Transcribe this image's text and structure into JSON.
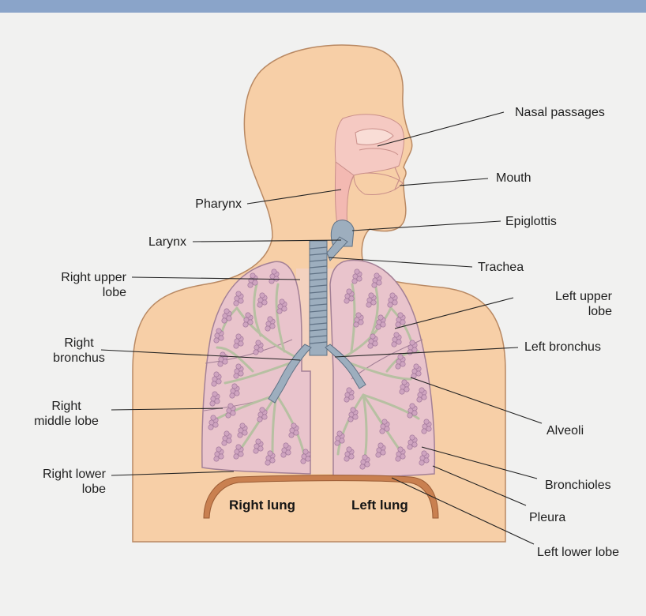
{
  "labels": {
    "nasal_passages": "Nasal passages",
    "mouth": "Mouth",
    "pharynx": "Pharynx",
    "epiglottis": "Epiglottis",
    "larynx": "Larynx",
    "trachea": "Trachea",
    "right_upper_lobe_1": "Right upper",
    "right_upper_lobe_2": "lobe",
    "left_upper_lobe_1": "Left upper",
    "left_upper_lobe_2": "lobe",
    "right_bronchus_1": "Right",
    "right_bronchus_2": "bronchus",
    "left_bronchus": "Left bronchus",
    "right_middle_lobe_1": "Right",
    "right_middle_lobe_2": "middle lobe",
    "alveoli": "Alveoli",
    "right_lower_lobe_1": "Right lower",
    "right_lower_lobe_2": "lobe",
    "bronchioles": "Bronchioles",
    "pleura": "Pleura",
    "left_lower_lobe": "Left lower lobe"
  },
  "lungs": {
    "right": "Right lung",
    "left": "Left lung"
  },
  "colors": {
    "header_bar": "#8aa4c9",
    "background": "#f1f1f0",
    "skin": "#f7cfa7",
    "skin_outline": "#b98963",
    "airway_pink": "#f5c9c2",
    "trachea_blue": "#9daebe",
    "lung_fill": "#e9c4cc",
    "alveoli": "#cda0bd",
    "bronchiole": "#b7c0a2",
    "diaphragm": "#c98050"
  }
}
